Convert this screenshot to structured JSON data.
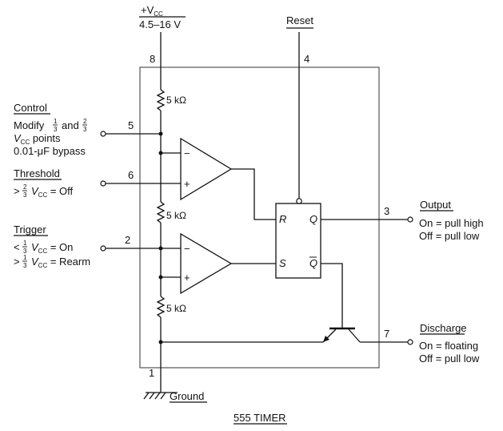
{
  "supply": {
    "label": "+V",
    "sub": "CC",
    "range": "4.5–16 V",
    "pin": "8"
  },
  "reset": {
    "label": "Reset",
    "pin": "4"
  },
  "control": {
    "title": "Control",
    "line1a": "Modify",
    "frac_a_num": "1",
    "frac_a_den": "3",
    "line1b": "and",
    "frac_b_num": "2",
    "frac_b_den": "3",
    "line2a": "V",
    "line2sub": "CC",
    "line2b": " points",
    "line3": "0.01-μF bypass",
    "pin": "5"
  },
  "threshold": {
    "title": "Threshold",
    "op": ">",
    "frac_num": "2",
    "frac_den": "3",
    "v": "V",
    "vsub": "CC",
    "rest": " = Off",
    "pin": "6"
  },
  "trigger": {
    "title": "Trigger",
    "op1": "<",
    "f1_num": "1",
    "f1_den": "3",
    "v1": "V",
    "v1sub": "CC",
    "rest1": " = On",
    "op2": ">",
    "f2_num": "1",
    "f2_den": "3",
    "v2": "V",
    "v2sub": "CC",
    "rest2": " = Rearm",
    "pin": "2"
  },
  "resistors": [
    "5 kΩ",
    "5 kΩ",
    "5 kΩ"
  ],
  "comparator": {
    "minus": "−",
    "plus": "+"
  },
  "flipflop": {
    "r": "R",
    "s": "S",
    "q": "Q",
    "qbar": "Q"
  },
  "output": {
    "title": "Output",
    "pin": "3",
    "on": "On = pull high",
    "off": "Off = pull low"
  },
  "discharge": {
    "title": "Discharge",
    "pin": "7",
    "on": "On = floating",
    "off": "Off = pull low"
  },
  "ground": {
    "label": "Ground",
    "pin": "1"
  },
  "caption": "555 TIMER"
}
